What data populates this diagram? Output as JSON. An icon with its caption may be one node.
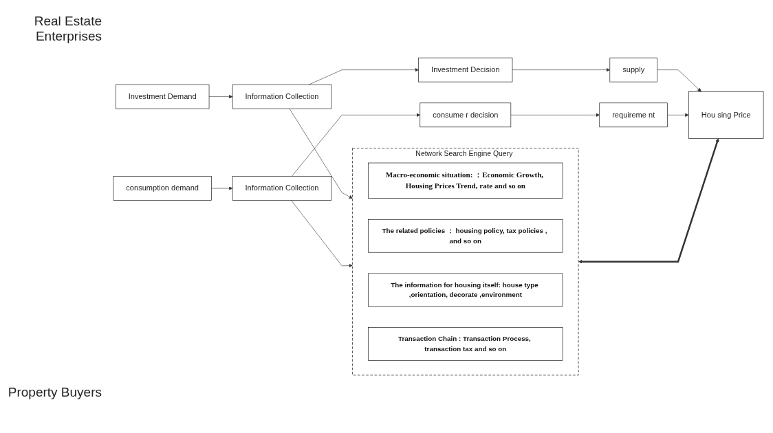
{
  "diagram": {
    "nodes": [
      {
        "text": [
          "Investment Demand"
        ]
      },
      {
        "text": [
          "Information Collection"
        ]
      },
      {
        "text": [
          "Investment Decision"
        ]
      },
      {
        "text": [
          "supply"
        ]
      },
      {
        "text": [
          "Network Search Engine Query"
        ]
      },
      {
        "text": [
          "Macro-economic situation: ：Economic Growth, Housing Prices Trend, rate and so on"
        ],
        "in": 4
      },
      {
        "text": [
          "The related policies ： housing policy, tax policies , and so on"
        ],
        "in": 4
      },
      {
        "text": [
          "The information for housing itself: house type ,orientation, decorate ,environment"
        ],
        "in": 4
      },
      {
        "text": [
          "Transaction Chain : Transaction Process, transaction tax and so on"
        ],
        "in": 4
      },
      {
        "text": [
          "Hou sing Price"
        ]
      },
      {
        "text": [
          "consumption demand"
        ]
      },
      {
        "text": [
          "Information Collection"
        ]
      },
      {
        "text": [
          "consume r decision"
        ]
      },
      {
        "text": [
          "requireme nt"
        ]
      }
    ],
    "edges": [
      {
        "from": 0,
        "to": 1,
        "arrow": "to"
      },
      {
        "from": 1,
        "to": 2,
        "arrow": "to"
      },
      {
        "from": 2,
        "to": 3,
        "arrow": "to"
      },
      {
        "from": 1,
        "to": 4,
        "arrow": "to"
      },
      {
        "from": 3,
        "to": 9,
        "arrow": "to"
      },
      {
        "from": 4,
        "to": 9,
        "arrow": "both",
        "style": "thick"
      },
      {
        "from": 10,
        "to": 11,
        "arrow": "to"
      },
      {
        "from": 11,
        "to": 12,
        "arrow": "to"
      },
      {
        "from": 12,
        "to": 13,
        "arrow": "to"
      },
      {
        "from": 11,
        "to": 4,
        "arrow": "to"
      },
      {
        "from": 13,
        "to": 9,
        "arrow": "to"
      }
    ],
    "labels": [
      "Real Estate Enterprises",
      "Property Buyers"
    ]
  }
}
